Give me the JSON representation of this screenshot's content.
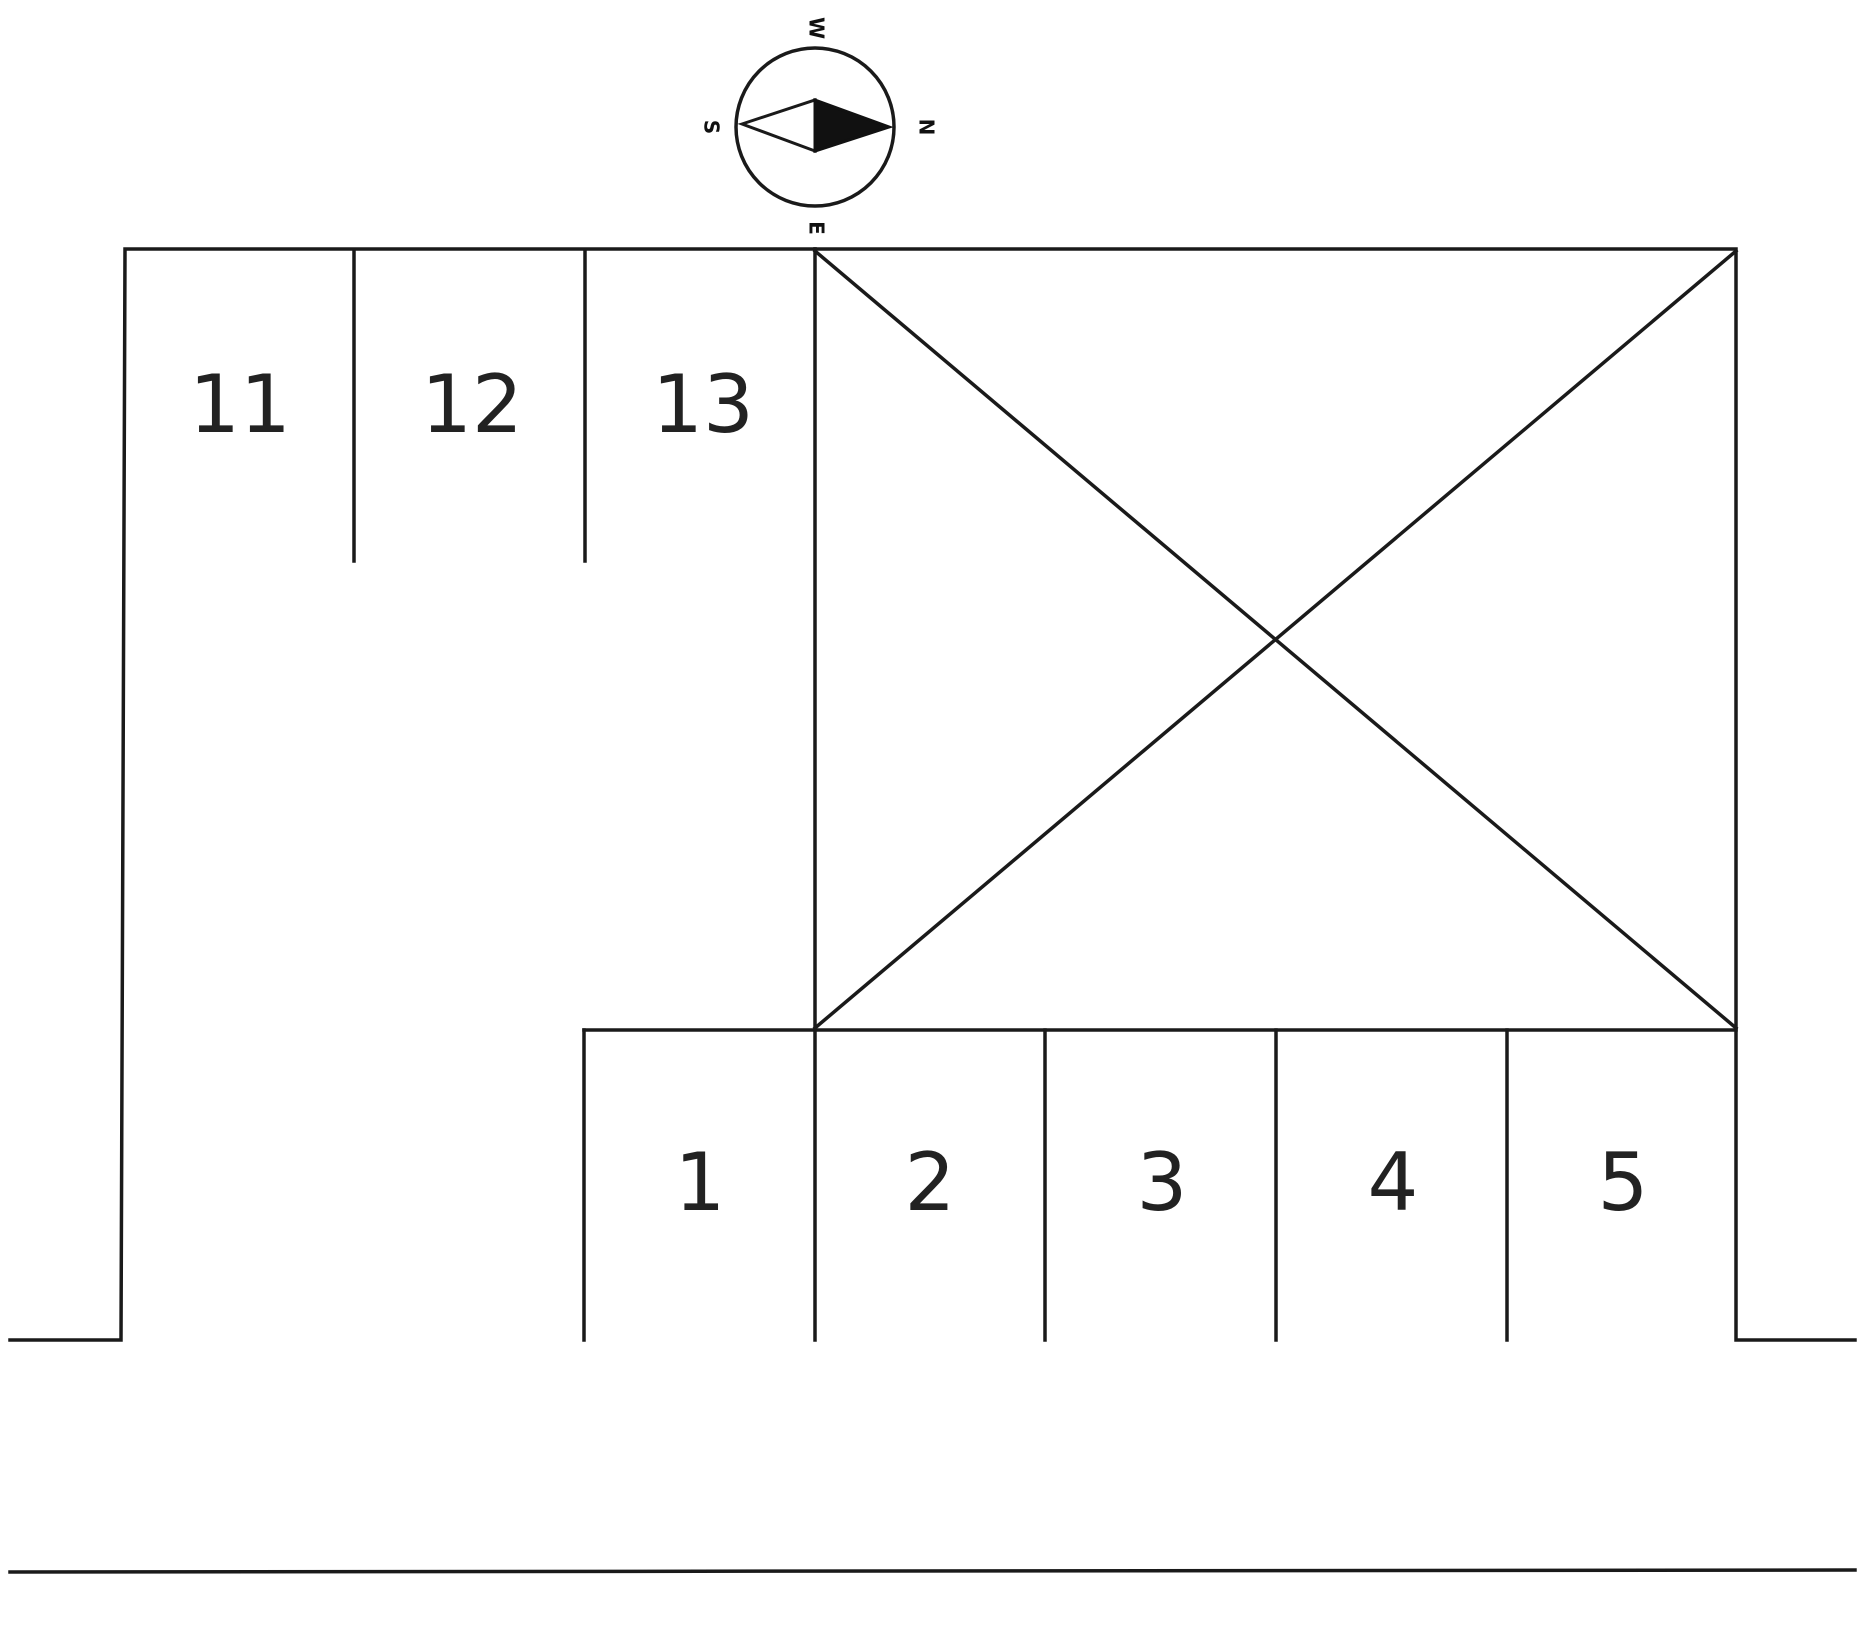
{
  "compass": {
    "north": "N",
    "south": "S",
    "east": "E",
    "west": "W",
    "icon": "compass-icon"
  },
  "spaces": {
    "top": [
      "11",
      "12",
      "13"
    ],
    "bottom": [
      "1",
      "2",
      "3",
      "4",
      "5"
    ]
  },
  "colors": {
    "line": "#1a1a1a",
    "text": "#222222",
    "needle_dark": "#111111"
  }
}
